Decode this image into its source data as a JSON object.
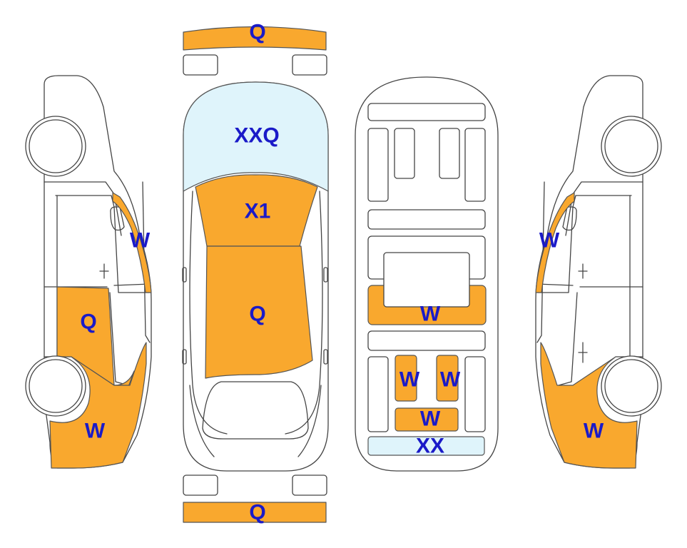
{
  "colors": {
    "orange": "#F9A82E",
    "light_blue": "#DFF4FB",
    "label": "#1A1AC8",
    "outline": "#444444"
  },
  "labels": {
    "front_bumper": "Q",
    "rear_bumper": "Q",
    "windshield": "XXQ",
    "hood_front": "X1",
    "hood": "Q",
    "left_front_pillar": "W",
    "left_front_door": "Q",
    "left_front_fender": "W",
    "right_front_pillar": "W",
    "right_front_fender": "W",
    "floor_cross_member": "W",
    "floor_left_panel": "W",
    "floor_right_panel": "W",
    "floor_front_panel": "W",
    "floor_front_strip": "XX"
  }
}
